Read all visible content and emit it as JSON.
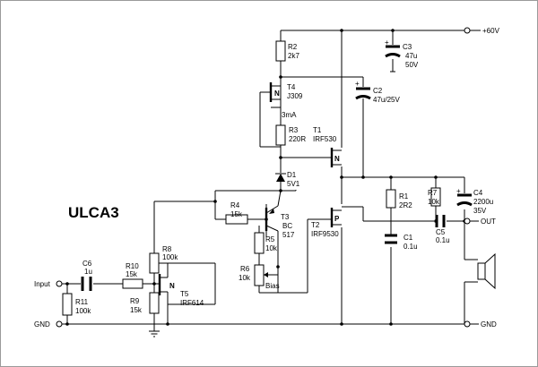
{
  "title": "ULCA3",
  "rails": {
    "supply": "+60V",
    "gnd_left": "GND",
    "gnd_right": "GND",
    "input": "Input",
    "output": "OUT"
  },
  "components": {
    "R2": {
      "ref": "R2",
      "value": "2k7"
    },
    "C3": {
      "ref": "C3",
      "value1": "47u",
      "value2": "50V"
    },
    "T4": {
      "ref": "T4",
      "value": "J309",
      "pin": "N"
    },
    "C2": {
      "ref": "C2",
      "value": "47u/25V"
    },
    "I1": {
      "label": "3mA"
    },
    "R3": {
      "ref": "R3",
      "value": "220R"
    },
    "T1": {
      "ref": "T1",
      "value": "IRF530",
      "pin": "N"
    },
    "D1": {
      "ref": "D1",
      "value": "5V1"
    },
    "R1": {
      "ref": "R1",
      "value": "2R2"
    },
    "R7": {
      "ref": "R7",
      "value": "10k"
    },
    "C4": {
      "ref": "C4",
      "value1": "2200u",
      "value2": "35V"
    },
    "R4": {
      "ref": "R4",
      "value": "15k"
    },
    "T3": {
      "ref": "T3",
      "value1": "BC",
      "value2": "517"
    },
    "T2": {
      "ref": "T2",
      "value": "IRF9530",
      "pin": "P"
    },
    "C5": {
      "ref": "C5",
      "value": "0.1u"
    },
    "C1": {
      "ref": "C1",
      "value": "0.1u"
    },
    "R5": {
      "ref": "R5",
      "value": "10k"
    },
    "R6": {
      "ref": "R6",
      "value": "10k"
    },
    "Bias": {
      "label": "Bias"
    },
    "R8": {
      "ref": "R8",
      "value": "100k"
    },
    "C6": {
      "ref": "C6",
      "value": "1u"
    },
    "R10": {
      "ref": "R10",
      "value": "15k"
    },
    "R9": {
      "ref": "R9",
      "value": "15k"
    },
    "R11": {
      "ref": "R11",
      "value": "100k"
    },
    "T5": {
      "ref": "T5",
      "value": "IRF614",
      "pin": "N"
    }
  }
}
